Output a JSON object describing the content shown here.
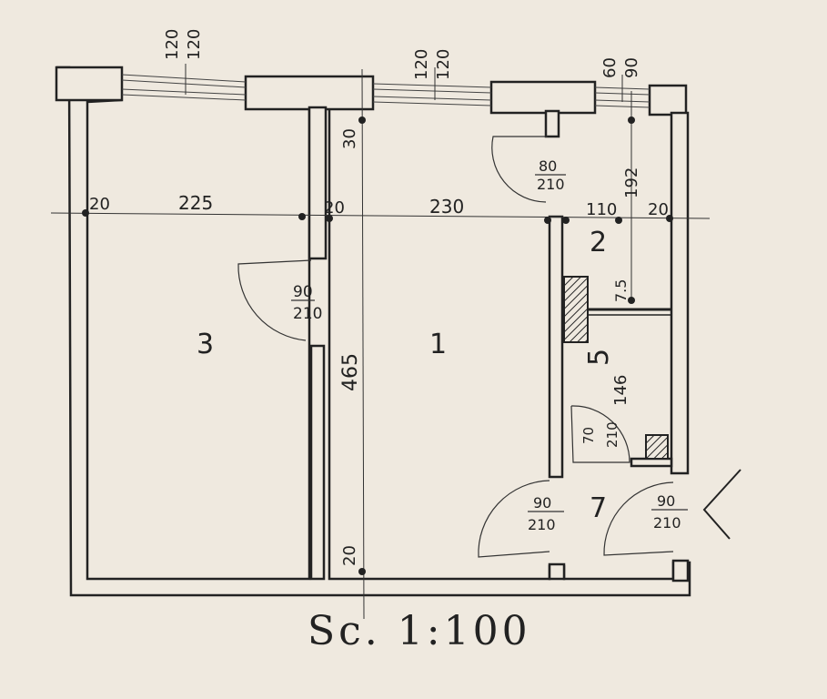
{
  "dimensions": {
    "window_left_a": "120",
    "window_left_b": "120",
    "window_mid_a": "120",
    "window_mid_b": "120",
    "window_right_a": "60",
    "window_right_b": "90",
    "wall_left": "20",
    "room3_width": "225",
    "wall_mid": "20",
    "room1_width": "230",
    "room2_width": "110",
    "wall_right": "20",
    "top_wall_30": "30",
    "height_465": "465",
    "bottom_20": "20",
    "height_192": "192",
    "wall_7_5": "7.5",
    "height_146": "146"
  },
  "doors": [
    {
      "top": "90",
      "bottom": "210"
    },
    {
      "top": "80",
      "bottom": "210"
    },
    {
      "top": "70",
      "bottom": "210"
    },
    {
      "top": "90",
      "bottom": "210"
    },
    {
      "top": "90",
      "bottom": "210"
    }
  ],
  "rooms": {
    "room_1": "1",
    "room_2": "2",
    "room_3": "3",
    "room_5": "5",
    "room_7": "7"
  },
  "scale": "Sc. 1:100"
}
